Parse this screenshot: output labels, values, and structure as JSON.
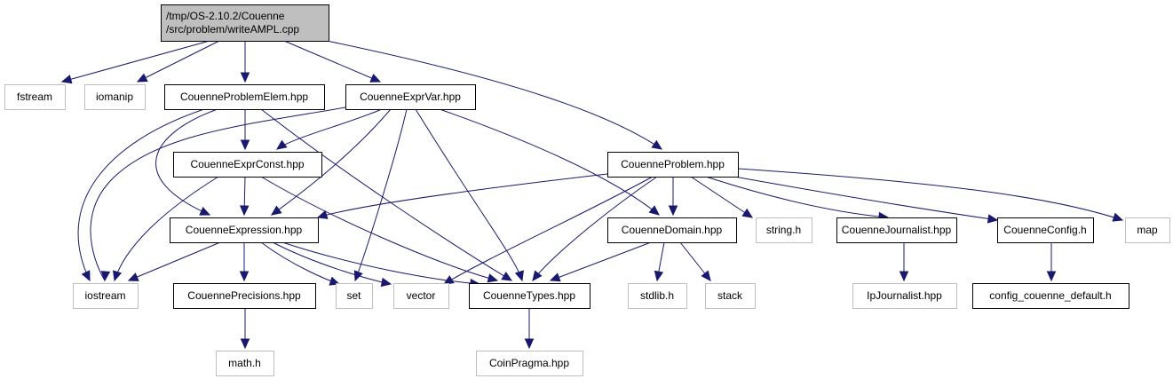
{
  "graph": {
    "title": "Include dependency graph for writeAMPL.cpp",
    "colors": {
      "edge": "#191970",
      "root_fill": "#bfbfbf",
      "root_stroke": "#000000",
      "documented_fill": "#ffffff",
      "documented_stroke": "#000000",
      "external_fill": "#ffffff",
      "external_stroke": "#bfbfbf"
    },
    "nodes": [
      {
        "id": "root",
        "kind": "root",
        "lines": [
          "/tmp/OS-2.10.2/Couenne",
          "/src/problem/writeAMPL.cpp"
        ]
      },
      {
        "id": "fstream",
        "kind": "external",
        "lines": [
          "fstream"
        ]
      },
      {
        "id": "iomanip",
        "kind": "external",
        "lines": [
          "iomanip"
        ]
      },
      {
        "id": "problemelem",
        "kind": "documented",
        "lines": [
          "CouenneProblemElem.hpp"
        ]
      },
      {
        "id": "exprvar",
        "kind": "documented",
        "lines": [
          "CouenneExprVar.hpp"
        ]
      },
      {
        "id": "exprconst",
        "kind": "documented",
        "lines": [
          "CouenneExprConst.hpp"
        ]
      },
      {
        "id": "problem",
        "kind": "documented",
        "lines": [
          "CouenneProblem.hpp"
        ]
      },
      {
        "id": "expression",
        "kind": "documented",
        "lines": [
          "CouenneExpression.hpp"
        ]
      },
      {
        "id": "domain",
        "kind": "documented",
        "lines": [
          "CouenneDomain.hpp"
        ]
      },
      {
        "id": "stringh",
        "kind": "external",
        "lines": [
          "string.h"
        ]
      },
      {
        "id": "journalist",
        "kind": "documented",
        "lines": [
          "CouenneJournalist.hpp"
        ]
      },
      {
        "id": "config",
        "kind": "documented",
        "lines": [
          "CouenneConfig.h"
        ]
      },
      {
        "id": "map",
        "kind": "external",
        "lines": [
          "map"
        ]
      },
      {
        "id": "iostream",
        "kind": "external",
        "lines": [
          "iostream"
        ]
      },
      {
        "id": "precisions",
        "kind": "documented",
        "lines": [
          "CouennePrecisions.hpp"
        ]
      },
      {
        "id": "set",
        "kind": "external",
        "lines": [
          "set"
        ]
      },
      {
        "id": "vector",
        "kind": "external",
        "lines": [
          "vector"
        ]
      },
      {
        "id": "types",
        "kind": "documented",
        "lines": [
          "CouenneTypes.hpp"
        ]
      },
      {
        "id": "stdlib",
        "kind": "external",
        "lines": [
          "stdlib.h"
        ]
      },
      {
        "id": "stack",
        "kind": "external",
        "lines": [
          "stack"
        ]
      },
      {
        "id": "ipjournalist",
        "kind": "external",
        "lines": [
          "IpJournalist.hpp"
        ]
      },
      {
        "id": "configdefault",
        "kind": "documented",
        "lines": [
          "config_couenne_default.h"
        ]
      },
      {
        "id": "mathh",
        "kind": "external",
        "lines": [
          "math.h"
        ]
      },
      {
        "id": "coinpragma",
        "kind": "external",
        "lines": [
          "CoinPragma.hpp"
        ]
      }
    ],
    "edges": [
      {
        "from": "root",
        "to": "fstream"
      },
      {
        "from": "root",
        "to": "iomanip"
      },
      {
        "from": "root",
        "to": "problemelem"
      },
      {
        "from": "root",
        "to": "exprvar"
      },
      {
        "from": "root",
        "to": "problem"
      },
      {
        "from": "problemelem",
        "to": "exprconst"
      },
      {
        "from": "problemelem",
        "to": "expression"
      },
      {
        "from": "problemelem",
        "to": "iostream"
      },
      {
        "from": "problemelem",
        "to": "types"
      },
      {
        "from": "exprvar",
        "to": "exprconst"
      },
      {
        "from": "exprvar",
        "to": "expression"
      },
      {
        "from": "exprvar",
        "to": "iostream"
      },
      {
        "from": "exprvar",
        "to": "set"
      },
      {
        "from": "exprvar",
        "to": "types"
      },
      {
        "from": "exprvar",
        "to": "domain"
      },
      {
        "from": "exprconst",
        "to": "expression"
      },
      {
        "from": "exprconst",
        "to": "iostream"
      },
      {
        "from": "exprconst",
        "to": "types"
      },
      {
        "from": "expression",
        "to": "iostream"
      },
      {
        "from": "expression",
        "to": "precisions"
      },
      {
        "from": "expression",
        "to": "set"
      },
      {
        "from": "expression",
        "to": "vector"
      },
      {
        "from": "expression",
        "to": "types"
      },
      {
        "from": "problem",
        "to": "expression"
      },
      {
        "from": "problem",
        "to": "vector"
      },
      {
        "from": "problem",
        "to": "types"
      },
      {
        "from": "problem",
        "to": "domain"
      },
      {
        "from": "problem",
        "to": "stringh"
      },
      {
        "from": "problem",
        "to": "journalist"
      },
      {
        "from": "problem",
        "to": "config"
      },
      {
        "from": "problem",
        "to": "map"
      },
      {
        "from": "domain",
        "to": "types"
      },
      {
        "from": "domain",
        "to": "stdlib"
      },
      {
        "from": "domain",
        "to": "stack"
      },
      {
        "from": "journalist",
        "to": "ipjournalist"
      },
      {
        "from": "config",
        "to": "configdefault"
      },
      {
        "from": "precisions",
        "to": "mathh"
      },
      {
        "from": "types",
        "to": "coinpragma"
      }
    ]
  }
}
